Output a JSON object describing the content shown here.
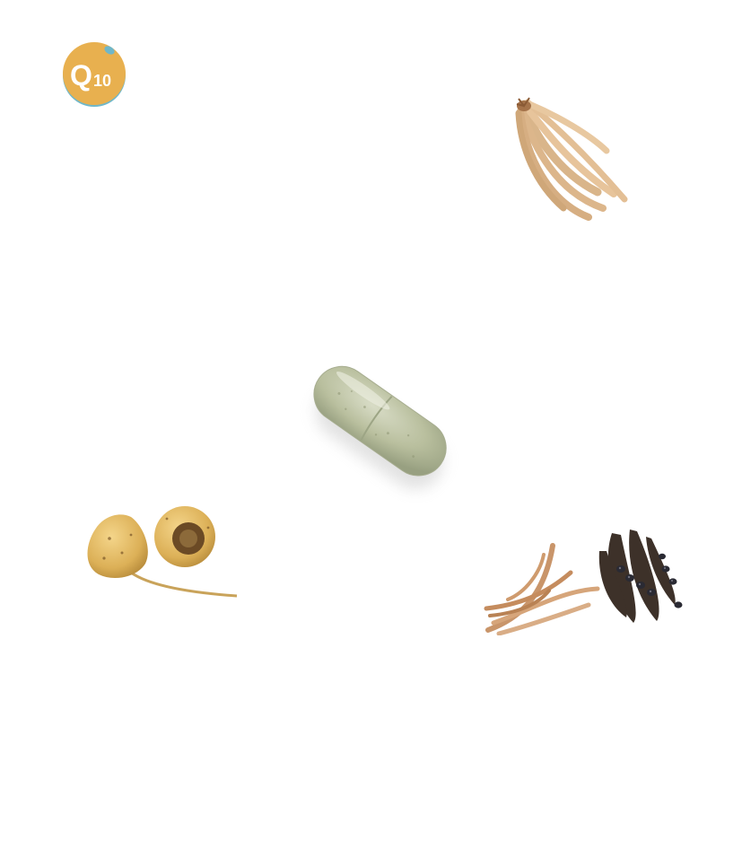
{
  "badge": {
    "text_main": "Q",
    "text_sub": "10",
    "bg_color": "#e8b04f",
    "accent_color": "#6fb7c9"
  },
  "images": [
    {
      "name": "root-bundle-top-right",
      "icon": "root-bundle-icon"
    },
    {
      "name": "capsule-center",
      "icon": "capsule-icon"
    },
    {
      "name": "maca-root-bottom-left",
      "icon": "maca-root-icon"
    },
    {
      "name": "ashwagandha-roots-bottom-right",
      "icon": "ashwagandha-root-icon"
    },
    {
      "name": "mucuna-pods-bottom-right",
      "icon": "mucuna-pod-icon"
    }
  ]
}
